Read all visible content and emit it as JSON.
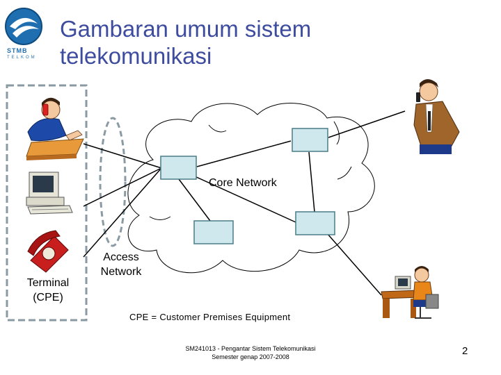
{
  "logo": {
    "name": "STMB",
    "sub": "TELKOM"
  },
  "title": {
    "line1": "Gambaran umum sistem",
    "line2": "telekomunikasi"
  },
  "labels": {
    "core_network": "Core Network",
    "access_network_line1": "Access",
    "access_network_line2": "Network",
    "terminal_line1": "Terminal",
    "terminal_line2": "(CPE)",
    "cpe_definition": "CPE = Customer Premises Equipment"
  },
  "footer": {
    "line1": "SM241013 - Pengantar Sistem Telekomunikasi",
    "line2": "Semester genap 2007-2008"
  },
  "page_number": "2",
  "colors": {
    "title": "#3d4c9e",
    "node_fill": "#cfe8ee",
    "node_stroke": "#4a7b86",
    "dashed_box": "#8a9aa3",
    "cloud_fill": "#ffffff"
  },
  "icons": [
    "person-phone-desk-icon",
    "computer-icon",
    "telephone-icon",
    "person-mobile-icon",
    "person-computer-desk-icon"
  ]
}
